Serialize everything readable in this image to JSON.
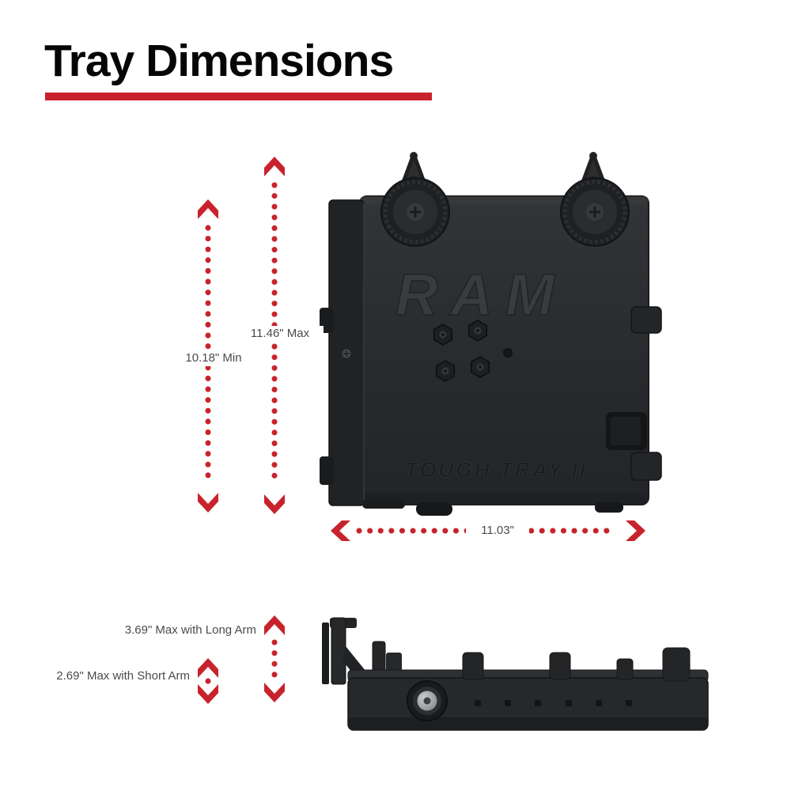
{
  "page": {
    "title": "Tray Dimensions"
  },
  "colors": {
    "accent_red": "#c8232c",
    "label_gray": "#4b4b4b",
    "title_black": "#060606",
    "product_black": "#26282a"
  },
  "top_view": {
    "embossed_brand": "RAM",
    "embossed_model": "TOUGH TRAY II",
    "dim_height_min": "10.18\" Min",
    "dim_height_max": "11.46\" Max",
    "dim_width": "11.03\""
  },
  "side_view": {
    "dim_long_arm": "3.69\" Max with Long Arm",
    "dim_short_arm": "2.69\" Max with Short Arm"
  }
}
